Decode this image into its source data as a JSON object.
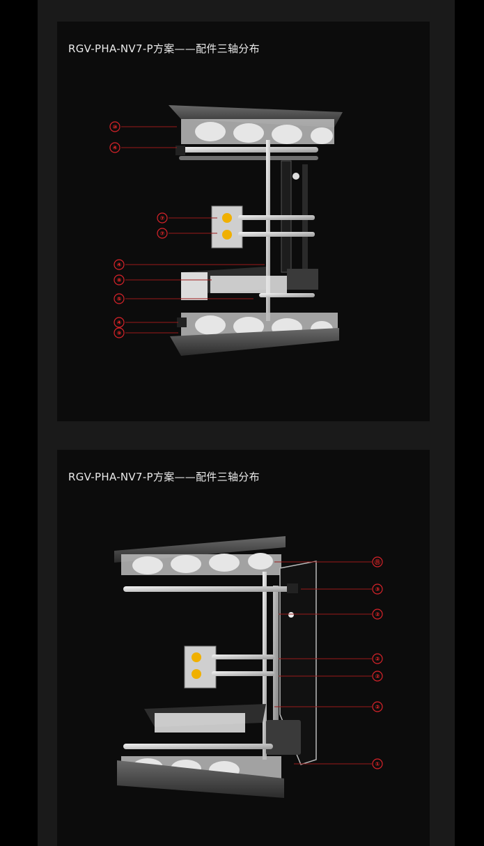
{
  "panels": [
    {
      "title": "RGV-PHA-NV7-P方案——配件三轴分布",
      "callouts": [
        "⑩",
        "④",
        "⑦",
        "⑦",
        "④",
        "⑧",
        "⑤",
        "④",
        "⑨"
      ]
    },
    {
      "title": "RGV-PHA-NV7-P方案——配件三轴分布",
      "callouts": [
        "⑪",
        "③",
        "②",
        "②",
        "②",
        "②",
        "①"
      ]
    }
  ],
  "colors": {
    "callout": "#d9232a",
    "panel_bg": "#0c0c0c",
    "column_bg": "#1a1a1a",
    "page_bg": "#000000"
  }
}
